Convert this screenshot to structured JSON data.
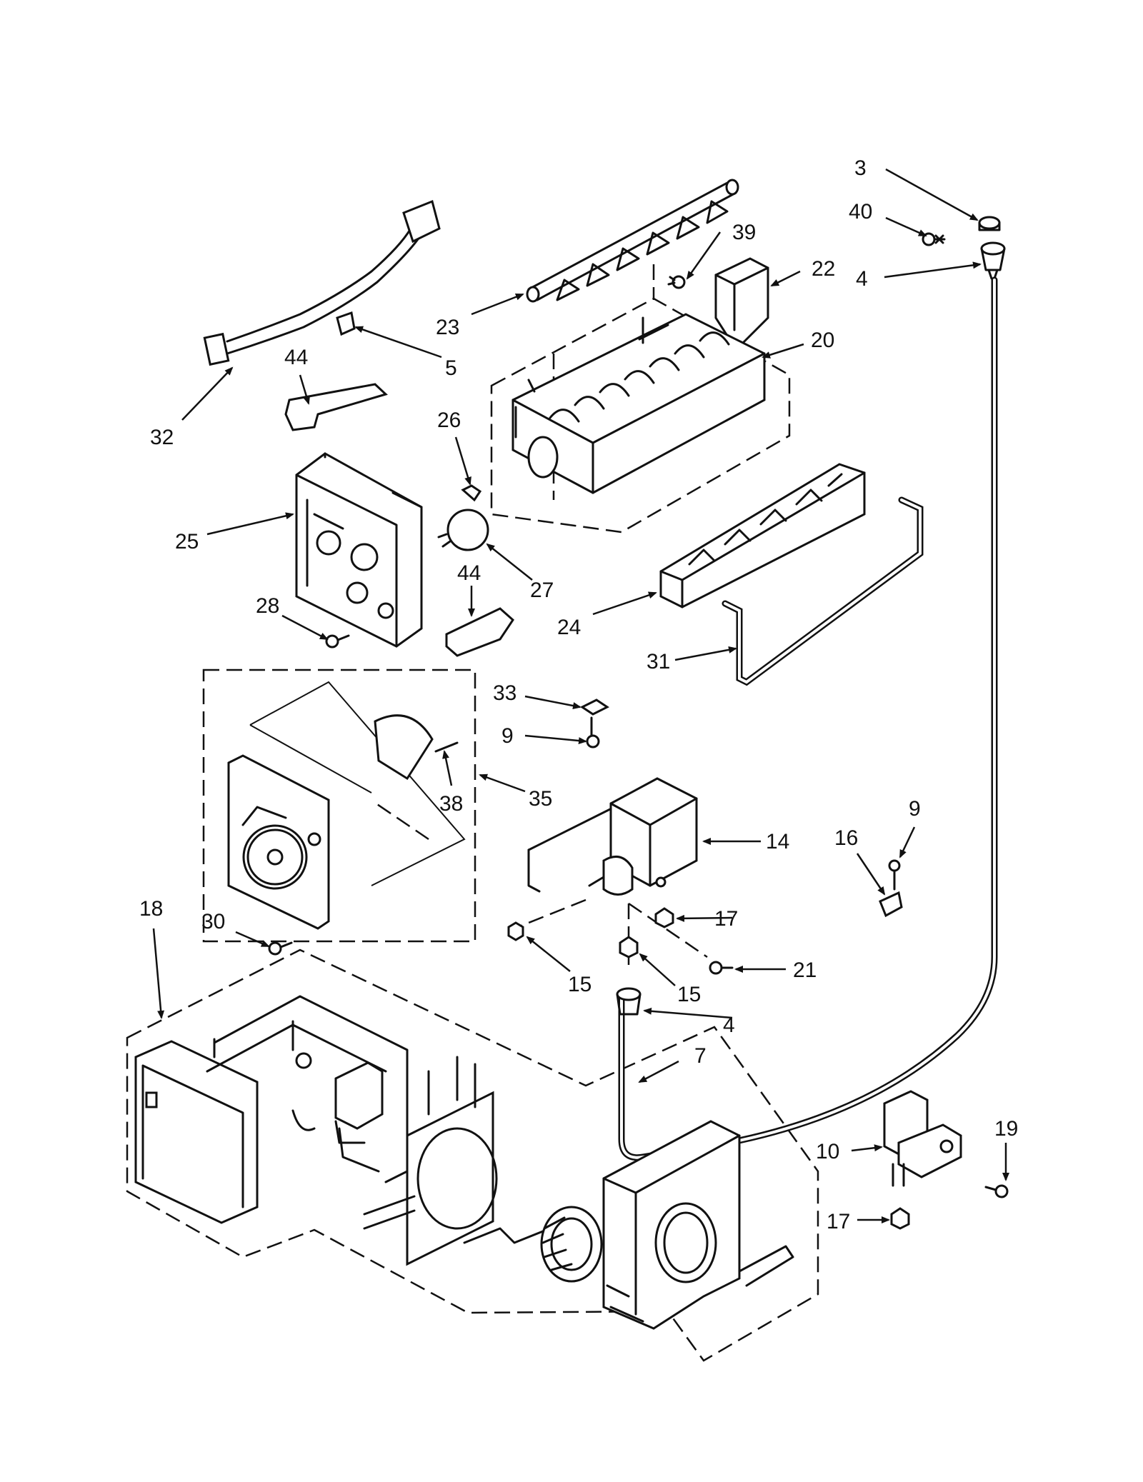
{
  "labels": {
    "3": "3",
    "40": "40",
    "4a": "4",
    "39": "39",
    "22": "22",
    "23": "23",
    "20": "20",
    "5": "5",
    "44a": "44",
    "32": "32",
    "26": "26",
    "25": "25",
    "27": "27",
    "44b": "44",
    "28": "28",
    "24": "24",
    "31": "31",
    "33": "33",
    "9a": "9",
    "38": "38",
    "35": "35",
    "14": "14",
    "9b": "9",
    "16": "16",
    "18": "18",
    "30": "30",
    "17a": "17",
    "15a": "15",
    "15b": "15",
    "21": "21",
    "4b": "4",
    "7": "7",
    "10": "10",
    "19": "19",
    "17b": "17"
  }
}
